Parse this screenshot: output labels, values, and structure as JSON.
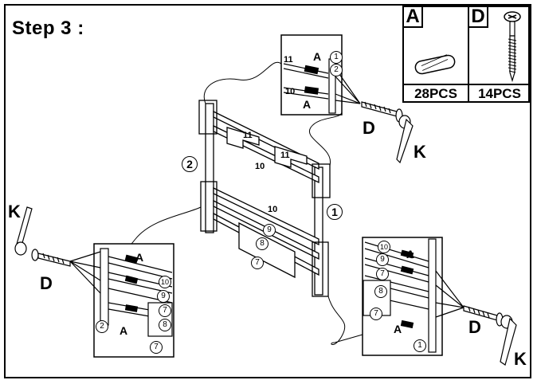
{
  "step_title": "Step 3 :",
  "parts": [
    {
      "letter": "A",
      "quantity": "28PCS",
      "icon": "wooden-dowel-icon"
    },
    {
      "letter": "D",
      "quantity": "14PCS",
      "icon": "screw-bolt-icon"
    }
  ],
  "labels": {
    "D": "D",
    "K": "K",
    "A": "A",
    "n1": "1",
    "n2": "2",
    "n7": "7",
    "n8": "8",
    "n9": "9",
    "n10": "10",
    "n11": "11"
  },
  "colors": {
    "ink": "#000000",
    "paper": "#ffffff",
    "shade": "#bbbbbb"
  }
}
